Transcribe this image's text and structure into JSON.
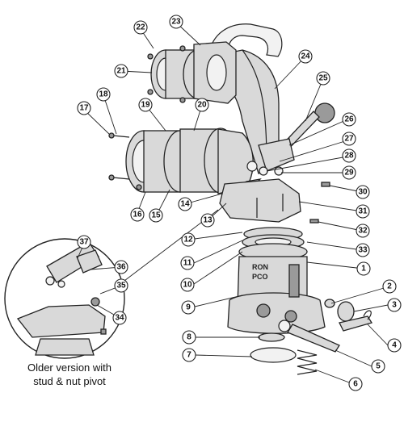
{
  "diagram": {
    "callouts": [
      "1",
      "2",
      "3",
      "4",
      "5",
      "6",
      "7",
      "8",
      "9",
      "10",
      "11",
      "12",
      "13",
      "14",
      "15",
      "16",
      "17",
      "18",
      "19",
      "20",
      "21",
      "22",
      "23",
      "24",
      "25",
      "26",
      "27",
      "28",
      "29",
      "30",
      "31",
      "32",
      "33",
      "34",
      "35",
      "36",
      "37"
    ],
    "inset_caption": {
      "line1": "Older version with",
      "line2": "stud & nut pivot"
    },
    "body_marking": {
      "line1": "RON",
      "line2": "PCO"
    }
  }
}
